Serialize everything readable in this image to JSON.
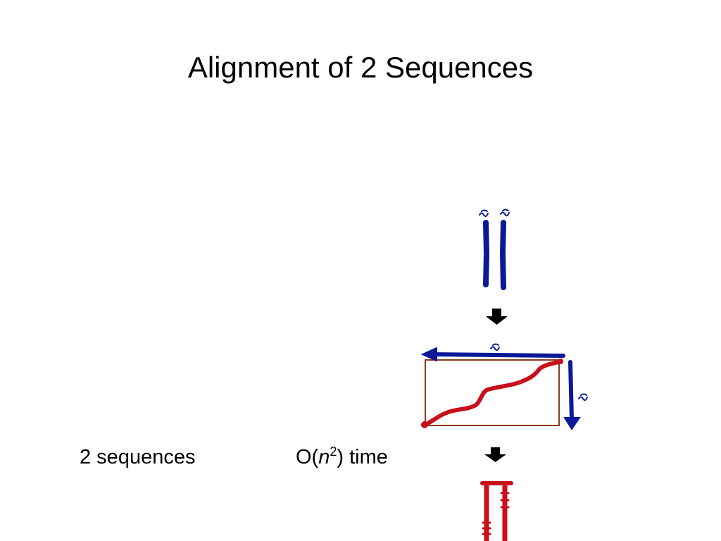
{
  "slide": {
    "title": "Alignment of 2 Sequences"
  },
  "labels": {
    "sequences_count": "2 sequences",
    "complexity_prefix": "O(",
    "complexity_var": "n",
    "complexity_exp": "2",
    "complexity_suffix": ") time"
  },
  "colors": {
    "sequence_blue": "#0a1a96",
    "alignment_red": "#c8101a",
    "matrix_border": "#8b3a1a",
    "arrow_black": "#000000"
  }
}
